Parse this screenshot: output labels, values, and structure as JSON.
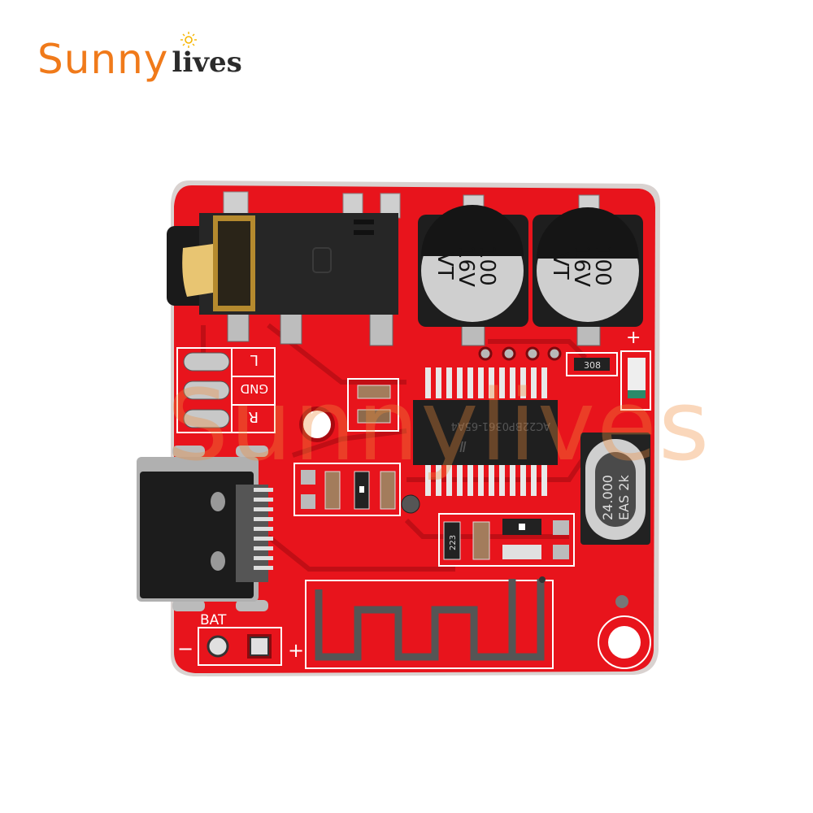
{
  "brand": {
    "name_part1": "Sunny",
    "name_part2": "lives",
    "watermark": "Sunnylives",
    "primary_color": "#f07a1a",
    "secondary_color": "#2b2b2b"
  },
  "product": {
    "type": "Bluetooth audio receiver module PCB",
    "board_color": "#e8141c",
    "silkscreen_color": "#ffffff",
    "components": {
      "capacitor_left": {
        "line1": "100",
        "line2": "16V",
        "line3": "VT"
      },
      "capacitor_right": {
        "line1": "100",
        "line2": "16V",
        "line3": "VT"
      },
      "main_chip": {
        "marking": "AC22BP0361-65A4"
      },
      "crystal": {
        "line1": "24.000",
        "line2": "EAS 2k"
      },
      "resistor_top_right": {
        "marking": "308"
      },
      "resistor_bottom": {
        "marking": "223"
      }
    },
    "silkscreen_labels": {
      "audio_L": "L",
      "audio_GND": "GND",
      "audio_R": "R",
      "battery": "BAT",
      "battery_minus": "−",
      "battery_plus": "+",
      "led_plus": "+"
    },
    "connectors": {
      "audio_jack": "3.5mm audio jack",
      "usb": "USB Type-C port"
    }
  }
}
